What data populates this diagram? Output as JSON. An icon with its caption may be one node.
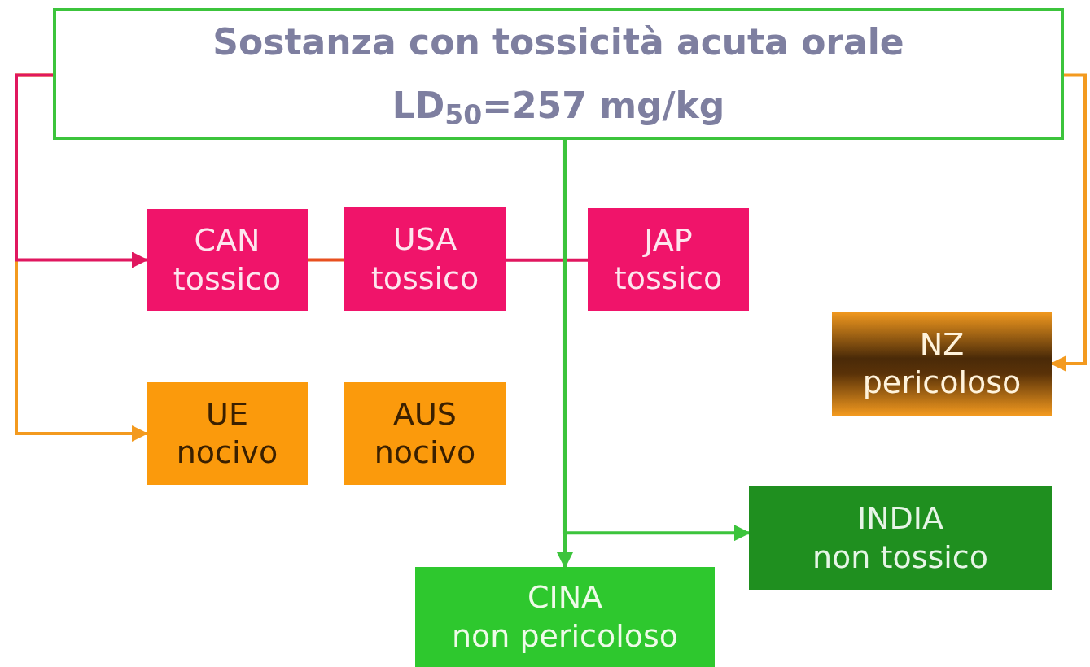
{
  "diagram": {
    "nodes": [
      {
        "text": [
          "Sostanza con tossicità acuta orale",
          "LD$_{50}$=257 mg/kg"
        ]
      },
      {
        "text": [
          "CAN",
          "tossico"
        ]
      },
      {
        "text": [
          "USA",
          "tossico"
        ]
      },
      {
        "text": [
          "JAP",
          "tossico"
        ]
      },
      {
        "text": [
          "NZ",
          "pericoloso"
        ]
      },
      {
        "text": [
          "UE",
          "nocivo"
        ]
      },
      {
        "text": [
          "AUS",
          "nocivo"
        ]
      },
      {
        "text": [
          "INDIA",
          "non tossico"
        ]
      },
      {
        "text": [
          "CINA",
          "non pericoloso"
        ]
      }
    ],
    "edges": [
      {
        "from": 0,
        "to": 5,
        "arrow": "to",
        "color": "#f39a1f"
      },
      {
        "from": 0,
        "to": 1,
        "arrow": "to",
        "color": "#e0175f"
      },
      {
        "from": 1,
        "to": 2,
        "arrow": "none",
        "color": "#e8501f"
      },
      {
        "from": 2,
        "to": 3,
        "arrow": "none",
        "color": "#e0175f"
      },
      {
        "from": 0,
        "to": 8,
        "arrow": "to",
        "color": "#3cc43c"
      },
      {
        "from": 0,
        "to": 7,
        "arrow": "to",
        "color": "#3cc43c"
      },
      {
        "from": 0,
        "to": 4,
        "arrow": "to",
        "color": "#f39a1f"
      }
    ]
  }
}
